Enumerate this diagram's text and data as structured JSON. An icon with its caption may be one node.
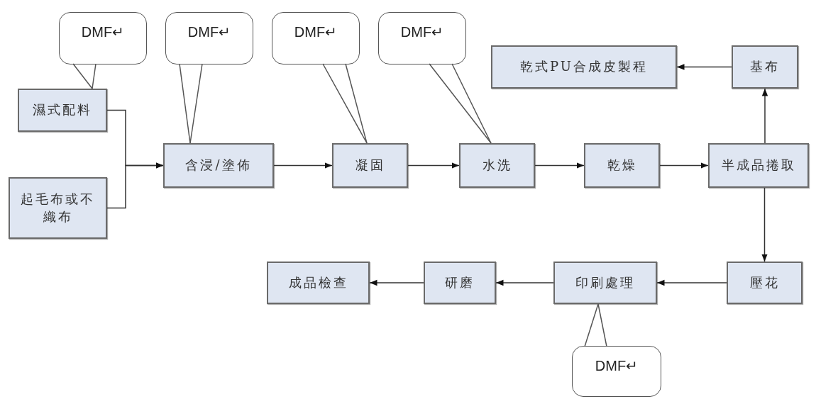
{
  "diagram": {
    "nodes": [
      {
        "text": [
          "濕式配料"
        ]
      },
      {
        "text": [
          "起毛布或不織布"
        ]
      },
      {
        "text": [
          "含浸/塗佈"
        ]
      },
      {
        "text": [
          "凝固"
        ]
      },
      {
        "text": [
          "水洗"
        ]
      },
      {
        "text": [
          "乾燥"
        ]
      },
      {
        "text": [
          "半成品捲取"
        ]
      },
      {
        "text": [
          "基布"
        ]
      },
      {
        "text": [
          "乾式PU合成皮製程"
        ]
      },
      {
        "text": [
          "壓花"
        ]
      },
      {
        "text": [
          "印刷處理"
        ]
      },
      {
        "text": [
          "研磨"
        ]
      },
      {
        "text": [
          "成品檢查"
        ]
      },
      {
        "text": [
          "DMF↵"
        ]
      },
      {
        "text": [
          "DMF↵"
        ]
      },
      {
        "text": [
          "DMF↵"
        ]
      },
      {
        "text": [
          "DMF↵"
        ]
      },
      {
        "text": [
          "DMF↵"
        ]
      }
    ],
    "edges": [
      {
        "from": 0,
        "to": 2,
        "arrow": "to"
      },
      {
        "from": 1,
        "to": 2,
        "arrow": "to"
      },
      {
        "from": 2,
        "to": 3,
        "arrow": "to"
      },
      {
        "from": 3,
        "to": 4,
        "arrow": "to"
      },
      {
        "from": 4,
        "to": 5,
        "arrow": "to"
      },
      {
        "from": 5,
        "to": 6,
        "arrow": "to"
      },
      {
        "from": 6,
        "to": 7,
        "arrow": "to"
      },
      {
        "from": 7,
        "to": 8,
        "arrow": "to"
      },
      {
        "from": 6,
        "to": 9,
        "arrow": "to"
      },
      {
        "from": 9,
        "to": 10,
        "arrow": "to"
      },
      {
        "from": 10,
        "to": 11,
        "arrow": "to"
      },
      {
        "from": 11,
        "to": 12,
        "arrow": "to"
      },
      {
        "from": 13,
        "to": 0,
        "arrow": "none"
      },
      {
        "from": 14,
        "to": 2,
        "arrow": "none"
      },
      {
        "from": 15,
        "to": 3,
        "arrow": "none"
      },
      {
        "from": 16,
        "to": 4,
        "arrow": "none"
      },
      {
        "from": 17,
        "to": 10,
        "arrow": "none"
      }
    ]
  }
}
